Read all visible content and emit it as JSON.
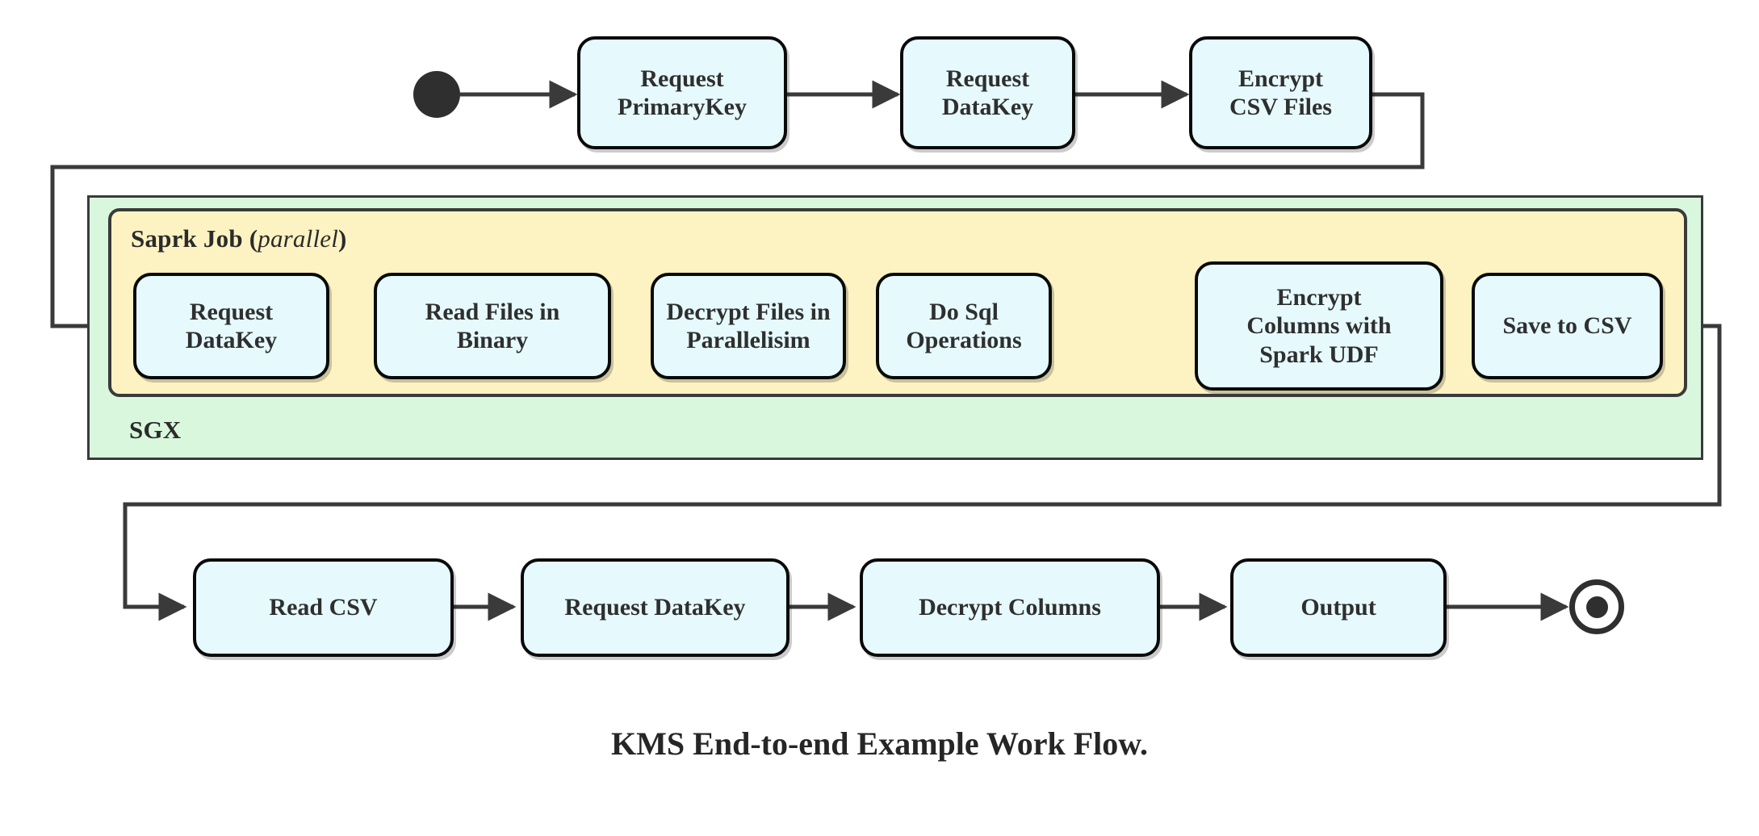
{
  "diagram": {
    "caption": "KMS End-to-end Example Work Flow.",
    "colors": {
      "node_fill": "#e6fafd",
      "node_stroke": "#0a0a0a",
      "sgx_fill": "#d9f7dd",
      "spark_fill": "#fdf3c2",
      "edge": "#3a3a3a",
      "marker": "#2f2f2f",
      "background": "#ffffff"
    },
    "start_marker": "filled-circle",
    "end_marker": "bullseye-circle",
    "containers": {
      "sgx": {
        "label": "SGX"
      },
      "spark": {
        "label_bold": "Saprk Job",
        "label_paren_open": "(",
        "label_italic": "parallel",
        "label_paren_close": ")"
      }
    },
    "rows": {
      "top": [
        {
          "id": "request-primarykey",
          "label": "Request\nPrimaryKey"
        },
        {
          "id": "request-datakey-top",
          "label": "Request\nDataKey"
        },
        {
          "id": "encrypt-csv-files",
          "label": "Encrypt\nCSV Files"
        }
      ],
      "spark": [
        {
          "id": "request-datakey-spark",
          "label": "Request\nDataKey"
        },
        {
          "id": "read-files-in-binary",
          "label": "Read Files in\nBinary"
        },
        {
          "id": "decrypt-files-in-parallelisim",
          "label": "Decrypt Files in\nParallelisim"
        },
        {
          "id": "do-sql-operations",
          "label": "Do Sql\nOperations"
        },
        {
          "id": "encrypt-columns-with-spark-udf",
          "label": "Encrypt\nColumns with\nSpark UDF"
        },
        {
          "id": "save-to-csv",
          "label": "Save to CSV"
        }
      ],
      "bottom": [
        {
          "id": "read-csv",
          "label": "Read CSV"
        },
        {
          "id": "request-datakey-bottom",
          "label": "Request DataKey"
        },
        {
          "id": "decrypt-columns",
          "label": "Decrypt Columns"
        },
        {
          "id": "output",
          "label": "Output"
        }
      ]
    }
  }
}
